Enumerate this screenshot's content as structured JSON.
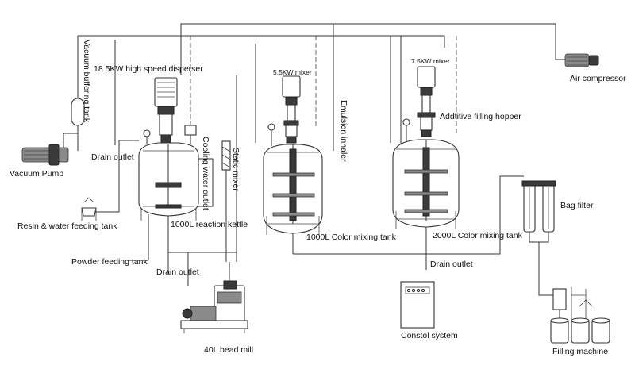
{
  "labels": {
    "vacuum_buffering_tank": "Vacuum buffering tank",
    "disperser": "18.5KW high speed disperser",
    "mixer_55": "5.5KW mixer",
    "mixer_75": "7.5KW mixer",
    "air_compressor": "Air compressor",
    "emulsion_inhaler": "Emulsion inhaler",
    "additive_hopper": "Addtitive filling hopper",
    "cooling_water_outlet": "Cooling water outlet",
    "static_mixer": "Static mixer",
    "vacuum_pump": "Vacuum Pump",
    "drain_outlet_1": "Drain outlet",
    "resin_water_tank": "Resin & water feeding tank",
    "reaction_kettle": "1000L reaction kettle",
    "color_tank_1000": "1000L Color mixing tank",
    "color_tank_2000": "2000L Color mixing tank",
    "bag_filter": "Bag filter",
    "powder_tank": "Powder feeding tank",
    "drain_outlet_2": "Drain outlet",
    "drain_outlet_3": "Drain outlet",
    "bead_mill": "40L bead mill",
    "control_system": "Constol system",
    "filling_machine": "Filling machine"
  }
}
